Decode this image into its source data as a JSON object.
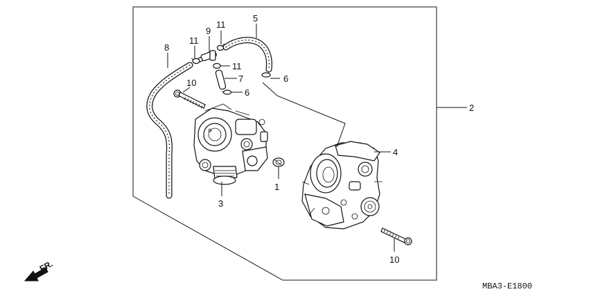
{
  "diagram_code": "MBA3-E1800",
  "direction_marker": "FR.",
  "callouts": {
    "c1": "1",
    "c2": "2",
    "c3": "3",
    "c4": "4",
    "c5": "5",
    "c6a": "6",
    "c6b": "6",
    "c7": "7",
    "c8": "8",
    "c9": "9",
    "c10a": "10",
    "c10b": "10",
    "c11a": "11",
    "c11b": "11",
    "c11c": "11"
  }
}
